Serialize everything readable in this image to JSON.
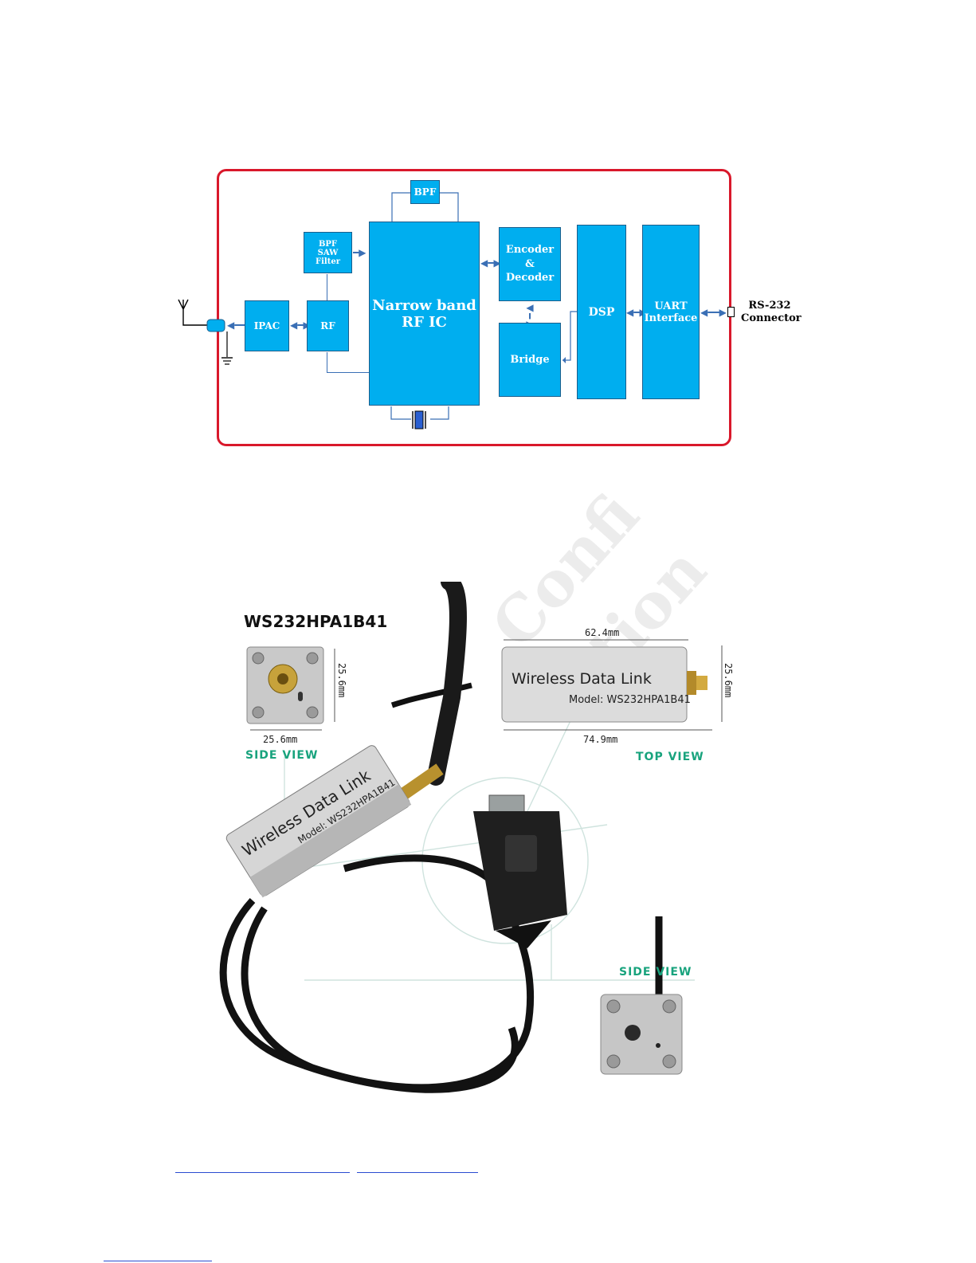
{
  "diagram": {
    "blocks": {
      "bpf_top": "BPF",
      "bpf_saw_line1": "BPF",
      "bpf_saw_line2": "SAW Filter",
      "ipac": "IPAC",
      "rf": "RF",
      "rfic_line1": "Narrow band",
      "rfic_line2": "RF IC",
      "encoder_line1": "Encoder",
      "encoder_line2": "&",
      "encoder_line3": "Decoder",
      "bridge": "Bridge",
      "dsp": "DSP",
      "uart_line1": "UART",
      "uart_line2": "Interface"
    },
    "connector_line1": "RS-232",
    "connector_line2": "Connector",
    "colors": {
      "block": "#00aeef",
      "frame": "#d9182b",
      "arrow": "#3a6fb5"
    }
  },
  "product_photo": {
    "model_title": "WS232HPA1B41",
    "top_length": "62.4mm",
    "bottom_length": "74.9mm",
    "side_height_right": "25.6mm",
    "side_height_left": "25.6mm",
    "side_width": "25.6mm",
    "side_view_label": "SIDE VIEW",
    "top_view_label": "TOP VIEW",
    "side_view_label_2": "SIDE  VIEW",
    "device_text": "Wireless Data Link",
    "device_model": "Model: WS232HPA1B41"
  },
  "watermark": {
    "line1": "Confi",
    "line2": "tion"
  }
}
